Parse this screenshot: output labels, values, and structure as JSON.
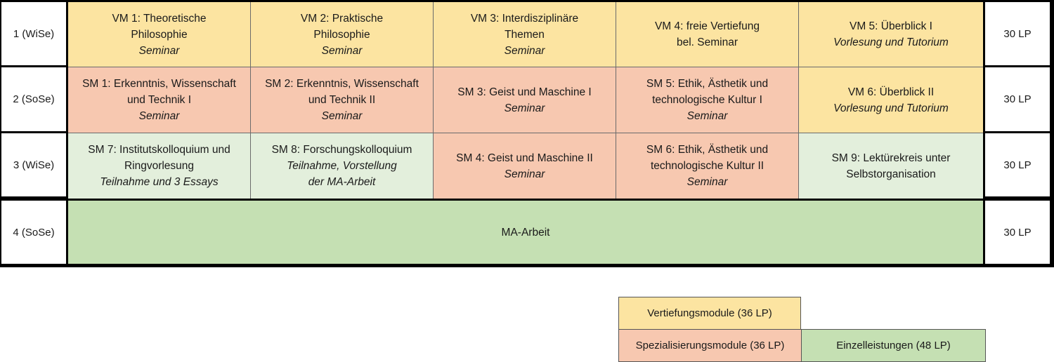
{
  "semesters": [
    "1 (WiSe)",
    "2 (SoSe)",
    "3 (WiSe)",
    "4 (SoSe)"
  ],
  "credits": [
    "30 LP",
    "30 LP",
    "30 LP",
    "30 LP"
  ],
  "rows": [
    [
      {
        "lines": [
          "VM 1: Theoretische",
          "Philosophie"
        ],
        "sub": "Seminar"
      },
      {
        "lines": [
          "VM 2: Praktische",
          "Philosophie"
        ],
        "sub": "Seminar"
      },
      {
        "lines": [
          "VM 3: Interdisziplinäre",
          "Themen"
        ],
        "sub": "Seminar"
      },
      {
        "lines": [
          "VM 4: freie Vertiefung",
          "bel. Seminar"
        ],
        "sub": ""
      },
      {
        "lines": [
          "VM 5: Überblick I"
        ],
        "sub": "Vorlesung und Tutorium"
      }
    ],
    [
      {
        "lines": [
          "SM 1: Erkenntnis, Wissenschaft",
          "und Technik I"
        ],
        "sub": "Seminar"
      },
      {
        "lines": [
          "SM 2: Erkenntnis, Wissenschaft",
          "und Technik II"
        ],
        "sub": "Seminar"
      },
      {
        "lines": [
          "SM 3: Geist und Maschine I"
        ],
        "sub": "Seminar"
      },
      {
        "lines": [
          "SM 5: Ethik, Ästhetik und",
          "technologische Kultur I"
        ],
        "sub": "Seminar"
      },
      {
        "lines": [
          "VM 6: Überblick II"
        ],
        "sub": "Vorlesung und Tutorium"
      }
    ],
    [
      {
        "lines": [
          "SM 7: Institutskolloquium und",
          "Ringvorlesung"
        ],
        "sub": "Teilnahme und 3 Essays"
      },
      {
        "lines": [
          "SM 8: Forschungskolloquium"
        ],
        "sub": "Teilnahme, Vorstellung",
        "sub2": "der MA-Arbeit"
      },
      {
        "lines": [
          "SM 4: Geist und Maschine II"
        ],
        "sub": "Seminar"
      },
      {
        "lines": [
          "SM 6: Ethik, Ästhetik und",
          "technologische Kultur II"
        ],
        "sub": "Seminar"
      },
      {
        "lines": [
          "SM 9: Lektürekreis unter",
          "Selbstorganisation"
        ],
        "sub": ""
      }
    ]
  ],
  "thesis": "MA-Arbeit",
  "legend": {
    "vm": "Vertiefungsmodule (36 LP)",
    "sm": "Spezialisierungsmodule (36 LP)",
    "ez": "Einzelleistungen (48 LP)"
  },
  "colors": {
    "vertiefung": "#fce4a1",
    "spezialisierung": "#f7c8b0",
    "einzelleistung_light": "#e3efdc",
    "einzelleistung": "#c5e0b3"
  }
}
